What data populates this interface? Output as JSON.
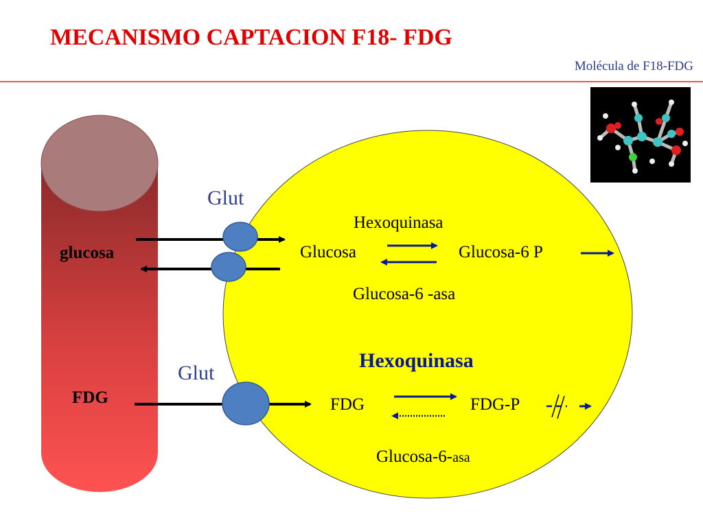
{
  "title": "MECANISMO CAPTACION F18- FDG",
  "molecule_caption": "Molécula de F18-FDG",
  "vessel": {
    "glucose_label": "glucosa",
    "fdg_label": "FDG"
  },
  "transport": {
    "glut_top": "Glut",
    "glut_bottom": "Glut"
  },
  "glucose_reaction": {
    "enzyme_forward": "Hexoquinasa",
    "substrate": "Glucosa",
    "product": "Glucosa-6 P",
    "enzyme_reverse": "Glucosa-6 -asa"
  },
  "fdg_reaction": {
    "enzyme_forward": "Hexoquinasa",
    "substrate": "FDG",
    "product": "FDG-P",
    "enzyme_reverse_main": "Glucosa-6-",
    "enzyme_reverse_suffix": "asa"
  },
  "colors": {
    "title": "#e00000",
    "cell": "#ffff00",
    "glut": "#4f7fc3",
    "arrow_blue": "#0a1a8c",
    "vessel_top": "#a97b7b",
    "vessel_dark": "#8b2a2a",
    "vessel_light": "#ff5050"
  }
}
